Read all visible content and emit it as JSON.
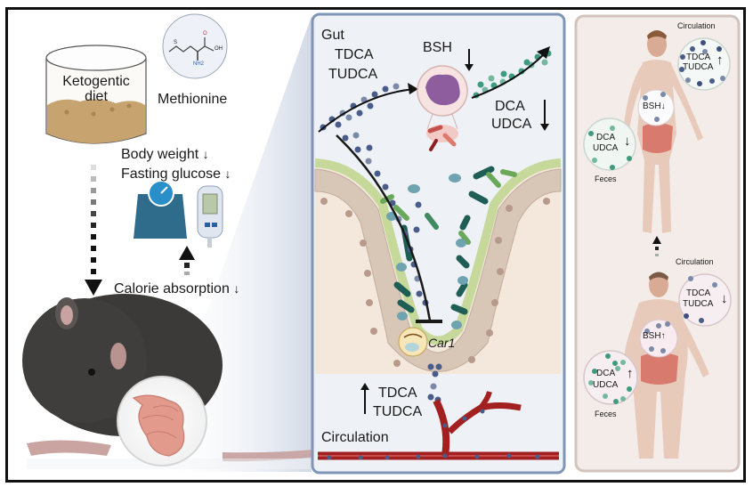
{
  "left_panel": {
    "diet_label_line1": "Ketogentic",
    "diet_label_line2": "diet",
    "methionine_label": "Methionine",
    "molecule_oh": "OH",
    "molecule_o": "O",
    "molecule_nh2": "NH2",
    "molecule_s": "S",
    "body_weight": "Body weight",
    "fasting_glucose": "Fasting glucose",
    "calorie_absorption": "Calorie absorption",
    "arrow_down": "↓"
  },
  "center_panel": {
    "gut_label": "Gut",
    "tdca": "TDCA",
    "tudca": "TUDCA",
    "bsh": "BSH",
    "dca": "DCA",
    "udca": "UDCA",
    "car1": "Car1",
    "circulation": "Circulation",
    "arrow_down": "↓",
    "arrow_up": "↑"
  },
  "right_panel": {
    "top_person": {
      "circulation": "Circulation",
      "tdca": "TDCA",
      "tudca": "TUDCA",
      "circ_arrow": "↑",
      "bsh": "BSH",
      "bsh_arrow": "↓",
      "dca": "DCA",
      "udca": "UDCA",
      "feces_arrow": "↓",
      "feces": "Feces"
    },
    "bottom_person": {
      "circulation": "Circulation",
      "tdca": "TDCA",
      "tudca": "TUDCA",
      "circ_arrow": "↓",
      "bsh": "BSH",
      "bsh_arrow": "↑",
      "dca": "DCA",
      "udca": "UDCA",
      "feces_arrow": "↑",
      "feces": "Feces"
    }
  },
  "colors": {
    "taurine_bile_dots": "#4a5d8a",
    "secondary_bile_dots": "#3f9a80",
    "bacteria_dark": "#1f5e55",
    "bacteria_light": "#6aa85a",
    "epithelium": "#d9c8bb",
    "mucus": "#dfe9b8",
    "blood_vessel": "#a32020",
    "center_panel_bg": "#eef1f6",
    "right_panel_bg": "#f4ece8"
  }
}
